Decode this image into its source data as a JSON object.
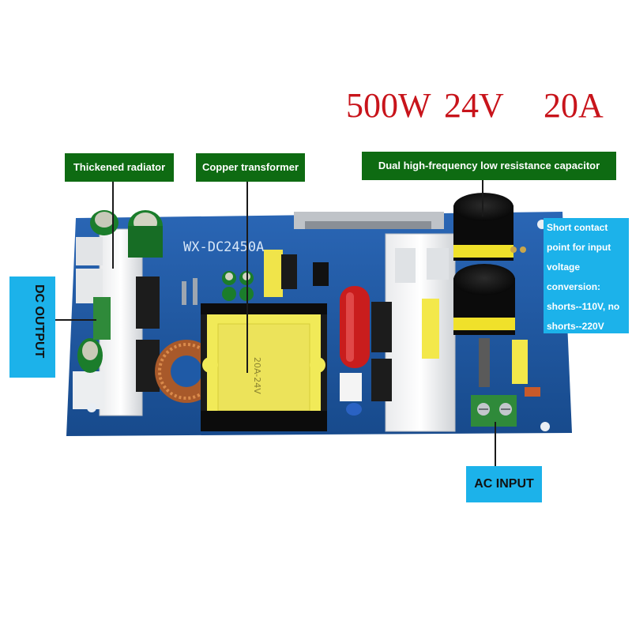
{
  "specs": {
    "power": "500W",
    "voltage": "24V",
    "current": "20A"
  },
  "callouts": {
    "radiator": "Thickened radiator",
    "transformer": "Copper transformer",
    "capacitor": "Dual high-frequency low resistance capacitor",
    "dc_output": "DC OUTPUT",
    "ac_input": "AC INPUT",
    "voltage_note": "Short contact point for input voltage conversion: shorts--110V, no shorts--220V"
  },
  "board_markings": {
    "model": "WX-DC2450A",
    "transformer_label": "20A-24V"
  },
  "colors": {
    "spec_text": "#c8141b",
    "callout_green": "#0e6b12",
    "callout_blue": "#1cb2ea",
    "pcb_blue": "#1f5aa6"
  }
}
